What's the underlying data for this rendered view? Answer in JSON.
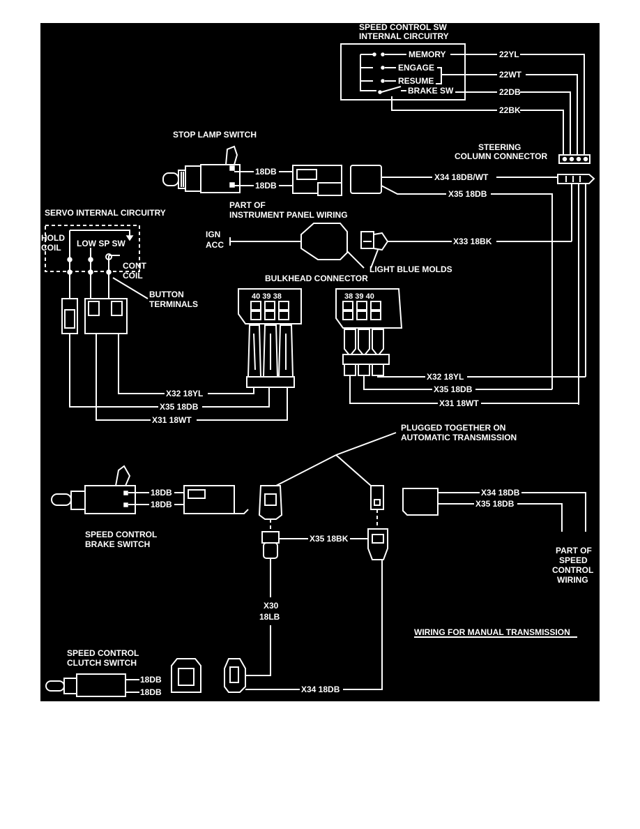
{
  "switch_circuit": {
    "title_line1": "SPEED CONTROL SW",
    "title_line2": "INTERNAL CIRCUITRY",
    "memory": "MEMORY",
    "engage": "ENGAGE",
    "resume": "RESUME",
    "brake_sw": "BRAKE SW",
    "wire_yl": "22YL",
    "wire_wt": "22WT",
    "wire_db": "22DB",
    "wire_bk": "22BK"
  },
  "steering_connector": {
    "line1": "STEERING",
    "line2": "COLUMN CONNECTOR"
  },
  "stop_lamp": {
    "title": "STOP LAMP SWITCH",
    "wire1": "18DB",
    "wire2": "18DB",
    "x34": "X34 18DB/WT",
    "x35": "X35 18DB"
  },
  "instrument_panel": {
    "line1": "PART OF",
    "line2": "INSTRUMENT PANEL WIRING",
    "ign": "IGN",
    "acc": "ACC",
    "x33": "X33 18BK",
    "molds": "LIGHT BLUE MOLDS"
  },
  "servo": {
    "title": "SERVO INTERNAL CIRCUITRY",
    "hold1": "HOLD",
    "hold2": "COIL",
    "low_sp": "LOW SP SW",
    "cont1": "CONT",
    "cont2": "COIL",
    "button1": "BUTTON",
    "button2": "TERMINALS"
  },
  "bulkhead": {
    "title": "BULKHEAD CONNECTOR",
    "left_pins": "40  39  38",
    "right_pins": "38  39  40",
    "left_x32": "X32 18YL",
    "left_x35": "X35 18DB",
    "left_x31": "X31 18WT",
    "right_x32": "X32 18YL",
    "right_x35": "X35 18DB",
    "right_x31": "X31 18WT"
  },
  "manual": {
    "plugged1": "PLUGGED TOGETHER ON",
    "plugged2": "AUTOMATIC TRANSMISSION",
    "brake_wire1": "18DB",
    "brake_wire2": "18DB",
    "brake_label1": "SPEED CONTROL",
    "brake_label2": "BRAKE SWITCH",
    "x34": "X34 18DB",
    "x35": "X35 18DB",
    "x35bk": "X35 18BK",
    "part1": "PART OF",
    "part2": "SPEED",
    "part3": "CONTROL",
    "part4": "WIRING",
    "x30a": "X30",
    "x30b": "18LB",
    "clutch1": "SPEED CONTROL",
    "clutch2": "CLUTCH SWITCH",
    "clutch_wire1": "18DB",
    "clutch_wire2": "18DB",
    "x34_bottom": "X34 18DB",
    "caption": "WIRING FOR MANUAL TRANSMISSION"
  }
}
